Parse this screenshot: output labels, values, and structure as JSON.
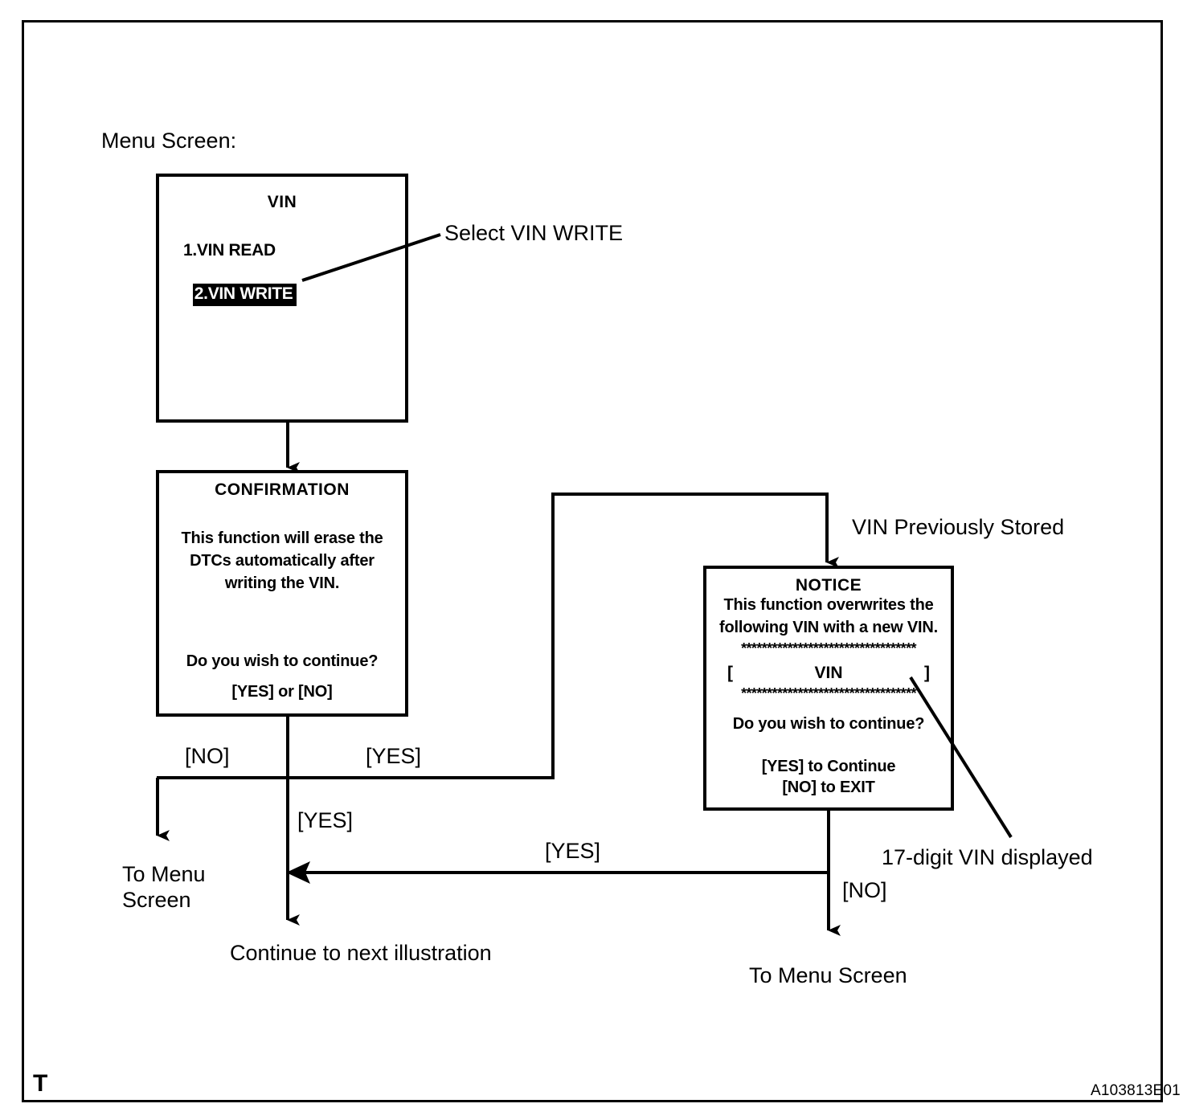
{
  "document": {
    "corner_mark": "T",
    "figure_id": "A103813E01"
  },
  "headings": {
    "menu_screen": "Menu Screen:"
  },
  "annotations": {
    "select_vin_write": "Select VIN WRITE",
    "vin_previously_stored": "VIN Previously Stored",
    "vin_digits_note": "17-digit VIN displayed"
  },
  "screens": {
    "vin_menu": {
      "title": "VIN",
      "items": [
        {
          "label": "1.VIN READ",
          "selected": false
        },
        {
          "label": "2.VIN WRITE",
          "selected": true
        }
      ]
    },
    "confirmation": {
      "title": "CONFIRMATION",
      "body_lines": [
        "This function will erase the",
        "DTCs automatically after",
        "writing the VIN."
      ],
      "question": "Do you wish to continue?",
      "options": "[YES] or [NO]"
    },
    "notice": {
      "title": "NOTICE",
      "body_lines": [
        "This function overwrites the",
        "following VIN with a new VIN."
      ],
      "separator": "**********************************",
      "vin_bracket_open": "[",
      "vin_placeholder": "VIN",
      "vin_bracket_close": "]",
      "question": "Do you wish to continue?",
      "option_yes": "[YES] to Continue",
      "option_no": "[NO] to EXIT"
    }
  },
  "flow": {
    "confirmation_no": "[NO]",
    "confirmation_yes_right": "[YES]",
    "confirmation_yes_down": "[YES]",
    "notice_yes": "[YES]",
    "notice_no": "[NO]"
  },
  "terminals": {
    "to_menu_screen_left_line1": "To Menu",
    "to_menu_screen_left_line2": "Screen",
    "continue_next": "Continue to next illustration",
    "to_menu_screen_right": "To Menu Screen"
  },
  "colors": {
    "ink": "#000000",
    "paper": "#ffffff",
    "highlight_bg": "#000000",
    "highlight_fg": "#ffffff"
  }
}
